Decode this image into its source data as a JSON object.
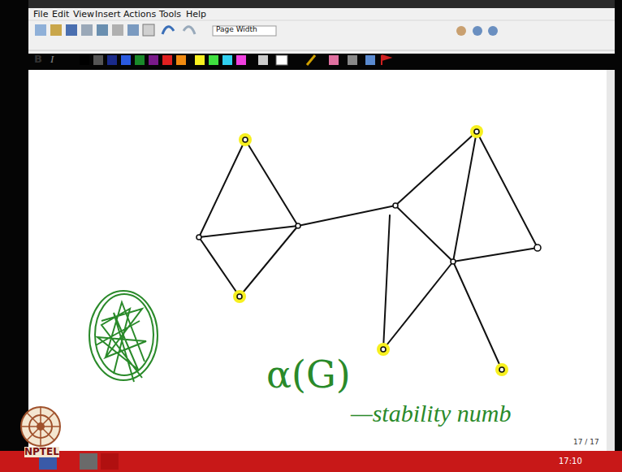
{
  "diagram": {
    "labels": [
      "File",
      "Edit",
      "View",
      "Insert",
      "Actions",
      "Tools",
      "Help",
      "Page Width",
      "B",
      "I",
      "α(G)",
      "—stability numb",
      "17 / 17",
      "NPTEL",
      "17:10"
    ]
  }
}
